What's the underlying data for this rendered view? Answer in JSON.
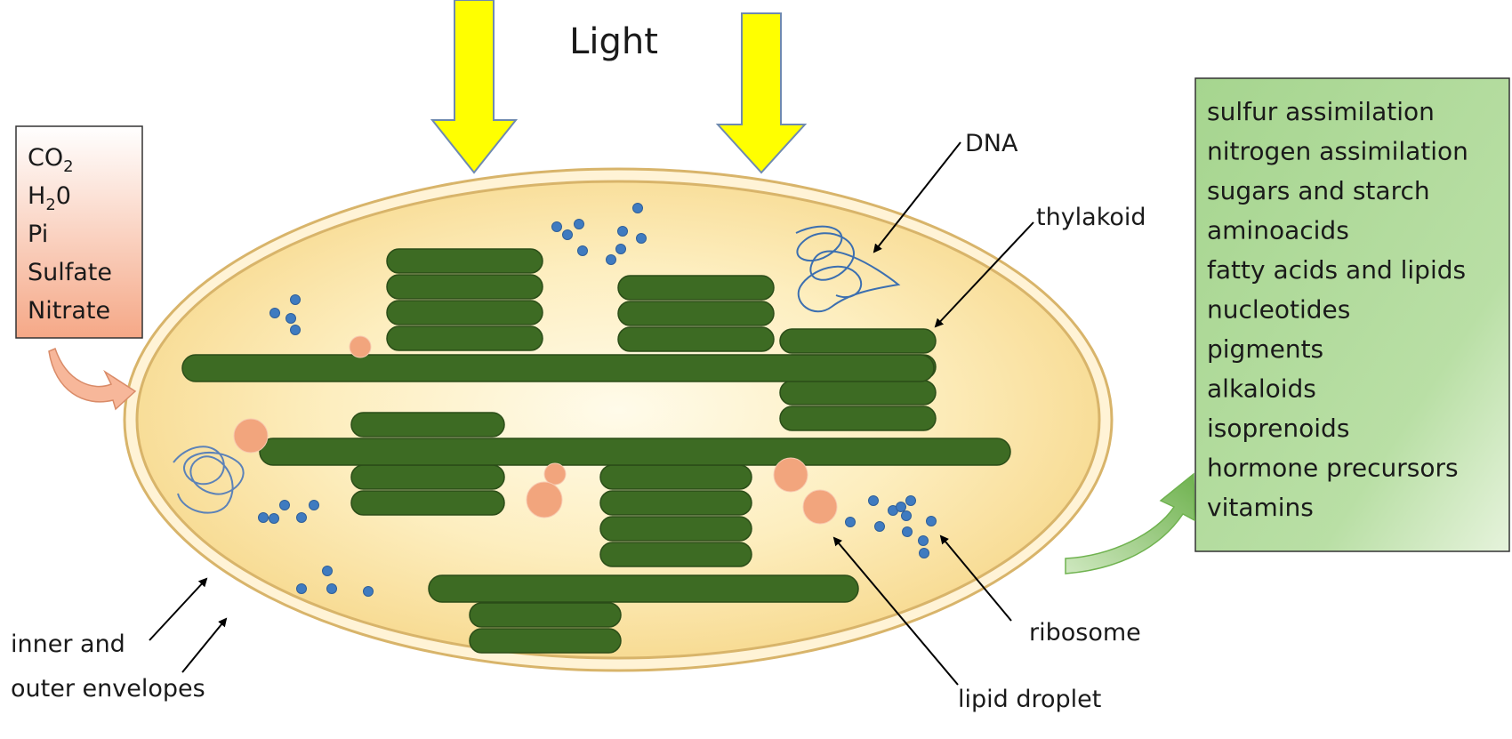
{
  "title": "Light",
  "inputs": {
    "items": [
      "CO",
      "H",
      "Pi",
      "Sulfate",
      "Nitrate"
    ],
    "co2_sub": "2",
    "h2o_sub": "2",
    "h2o_tail": "0"
  },
  "products": [
    "sulfur assimilation",
    "nitrogen assimilation",
    "sugars and starch",
    "aminoacids",
    "fatty acids and lipids",
    "nucleotides",
    "pigments",
    "alkaloids",
    "isoprenoids",
    "hormone  precursors",
    "vitamins"
  ],
  "labels": {
    "dna": "DNA",
    "thylakoid": "thylakoid",
    "ribosome": "ribosome",
    "lipid_droplet": "lipid droplet",
    "envelope_line1": "inner and",
    "envelope_line2": "outer  envelopes"
  },
  "colors": {
    "light_arrow": "#ffff00",
    "stroma": "#fbe3a6",
    "envelope": "#d8b46a",
    "thylakoid": "#3d6b23",
    "lipid": "#f2a57d",
    "ribosome": "#3f7bc0",
    "input_box": "#f7b79a",
    "output_box": "#8ccb7a"
  }
}
